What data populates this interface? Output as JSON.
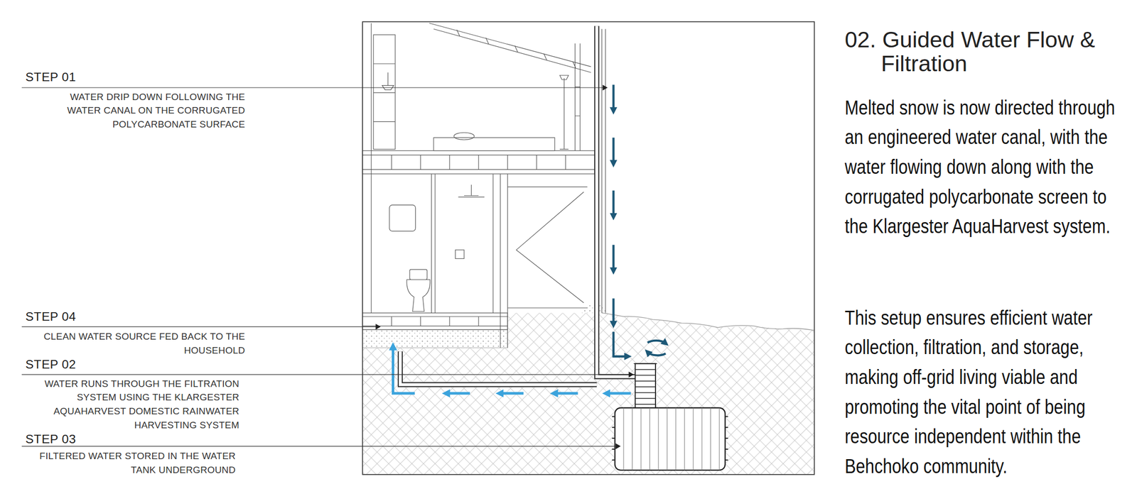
{
  "diagram": {
    "title": "02. Guided Water Flow & Filtration",
    "labels": [
      "STEP 01",
      "WATER DRIP DOWN FOLLOWING THE WATER CANAL ON THE CORRUGATED POLYCARBONATE SURFACE",
      "STEP 04",
      "CLEAN WATER SOURCE FED BACK TO THE HOUSEHOLD",
      "STEP 02",
      "WATER RUNS THROUGH THE FILTRATION SYSTEM USING THE KLARGESTER AQUAHARVEST DOMESTIC RAINWATER HARVESTING SYSTEM",
      "STEP 03",
      "FILTERED WATER STORED IN THE WATER TANK UNDERGROUND",
      "Melted snow is now directed through an engineered water canal, with the water flowing down along with the corrugated polycarbonate screen to the Klargester AquaHarvest system.",
      "This setup ensures efficient water collection, filtration, and storage, making off-grid living viable and promoting the vital point of being resource independent within the Behchoko community."
    ]
  }
}
